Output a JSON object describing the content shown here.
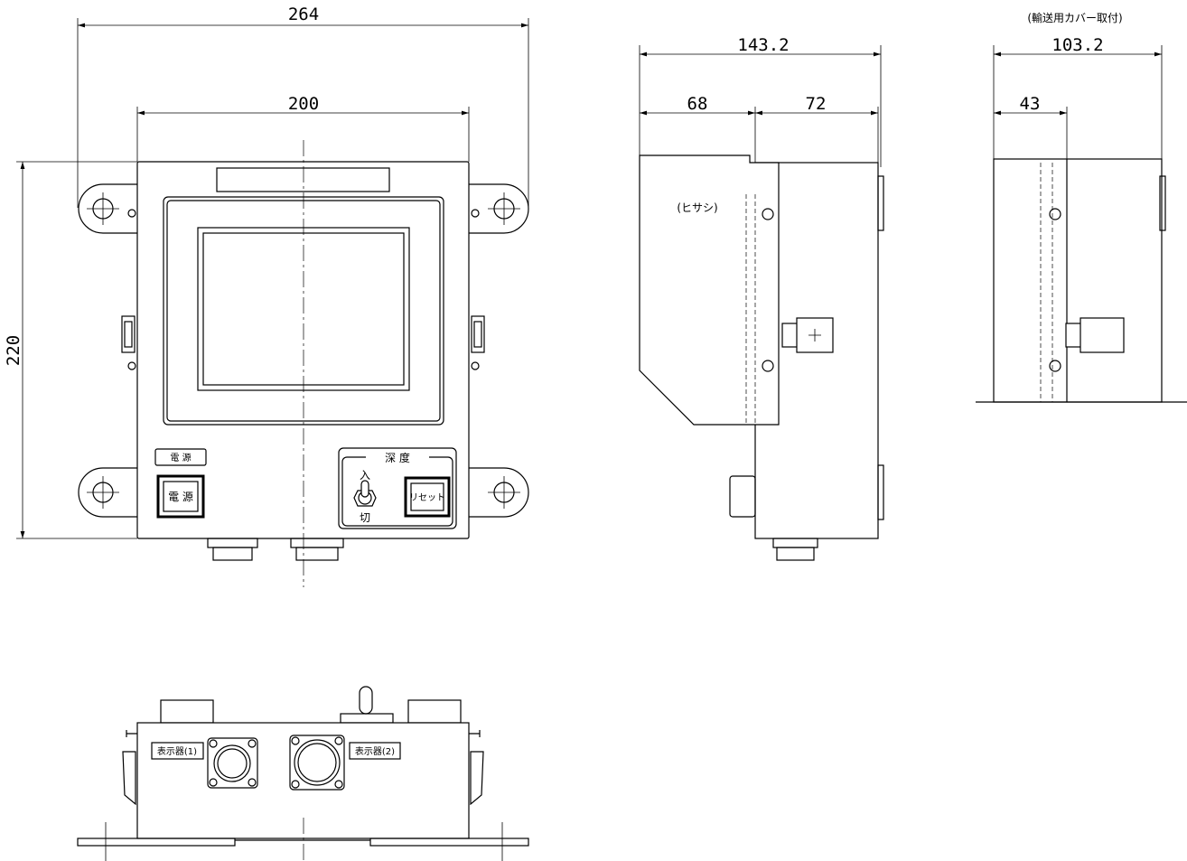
{
  "dimensions": {
    "front_width_total": "264",
    "front_width_body": "200",
    "front_height": "220",
    "side_depth_total": "143.2",
    "side_hood_depth": "68",
    "side_body_depth": "72",
    "cover_depth_total": "103.2",
    "cover_offset": "43"
  },
  "labels": {
    "cover_view_title": "(輸送用カバー取付)",
    "hood": "(ヒサシ)",
    "power_plate": "電 源",
    "power_button": "電 源",
    "depth_panel": "深 度",
    "toggle_on": "入",
    "toggle_off": "切",
    "reset_button": "リセット",
    "display_1": "表示器(1)",
    "display_2": "表示器(2)"
  }
}
